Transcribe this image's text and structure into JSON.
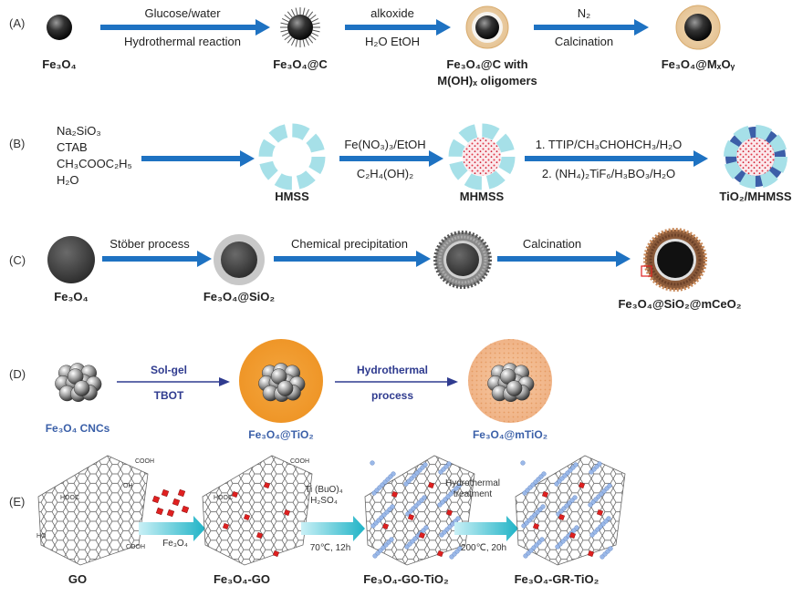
{
  "rows": {
    "a": {
      "tag": "(A)",
      "arrows": [
        {
          "top": "Glucose/water",
          "bottom": "Hydrothermal reaction"
        },
        {
          "top": "alkoxide",
          "bottom": "H₂O EtOH"
        },
        {
          "top": "N₂",
          "bottom": "Calcination"
        }
      ],
      "labels": [
        "Fe₃O₄",
        "Fe₃O₄@C",
        "Fe₃O₄@C with",
        "M(OH)ₓ oligomers",
        "Fe₃O₄@MₓOᵧ"
      ]
    },
    "b": {
      "tag": "(B)",
      "reagents": [
        "Na₂SiO₃",
        "CTAB",
        "CH₃COOC₂H₅",
        "H₂O"
      ],
      "arrows": [
        {
          "top": "Fe(NO₃)₃/EtOH",
          "bottom": "C₂H₄(OH)₂"
        },
        {
          "top": "1. TTIP/CH₃CHOHCH₃/H₂O",
          "bottom": "2. (NH₄)₂TiF₆/H₃BO₃/H₂O"
        }
      ],
      "labels": [
        "HMSS",
        "MHMSS",
        "TiO₂/MHMSS"
      ]
    },
    "c": {
      "tag": "(C)",
      "arrows": [
        {
          "top": "Stöber process"
        },
        {
          "top": "Chemical precipitation"
        },
        {
          "top": "Calcination"
        }
      ],
      "labels": [
        "Fe₃O₄",
        "Fe₃O₄@SiO₂",
        "Fe₃O₄@SiO₂@mCeO₂"
      ]
    },
    "d": {
      "tag": "(D)",
      "arrows": [
        {
          "top": "Sol-gel",
          "bottom": "TBOT"
        },
        {
          "top": "Hydrothermal",
          "bottom": "process"
        }
      ],
      "labels": [
        "Fe₃O₄ CNCs",
        "Fe₃O₄@TiO₂",
        "Fe₃O₄@mTiO₂"
      ]
    },
    "e": {
      "tag": "(E)",
      "arrows": [
        {
          "top": "Fe₃O₄"
        },
        {
          "top": "Ti (BuO)₄",
          "mid": "H₂SO₄",
          "bottom": "70℃, 12h"
        },
        {
          "top": "Hydrothermal",
          "mid": "treatment",
          "bottom": "200℃, 20h"
        }
      ],
      "labels": [
        "GO",
        "Fe₃O₄-GO",
        "Fe₃O₄-GO-TiO₂",
        "Fe₃O₄-GR-TiO₂"
      ],
      "groups": [
        "COOH",
        "HOOC",
        "HO",
        "OH"
      ]
    }
  }
}
